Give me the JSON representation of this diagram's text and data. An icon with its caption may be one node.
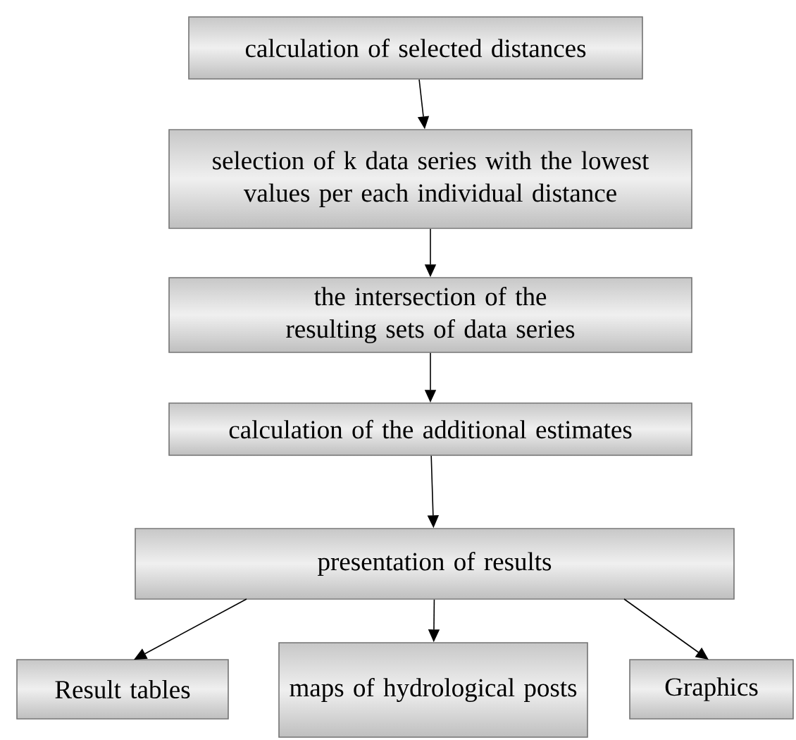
{
  "diagram": {
    "nodes": [
      {
        "text": [
          "calculation of selected distances"
        ]
      },
      {
        "text": [
          "selection of k data series with the lowest values per each individual distance"
        ]
      },
      {
        "text": [
          "the intersection of the resulting sets of data series"
        ]
      },
      {
        "text": [
          "calculation of the additional estimates"
        ]
      },
      {
        "text": [
          "presentation of results"
        ]
      },
      {
        "text": [
          "Result tables"
        ]
      },
      {
        "text": [
          "maps of hydrological posts"
        ]
      },
      {
        "text": [
          "Graphics"
        ]
      }
    ],
    "edges": [
      {
        "from": 0,
        "to": 1,
        "arrow": "to"
      },
      {
        "from": 1,
        "to": 2,
        "arrow": "to"
      },
      {
        "from": 2,
        "to": 3,
        "arrow": "to"
      },
      {
        "from": 3,
        "to": 4,
        "arrow": "to"
      },
      {
        "from": 4,
        "to": 5,
        "arrow": "to"
      },
      {
        "from": 4,
        "to": 6,
        "arrow": "to"
      },
      {
        "from": 4,
        "to": 7,
        "arrow": "to"
      }
    ]
  }
}
